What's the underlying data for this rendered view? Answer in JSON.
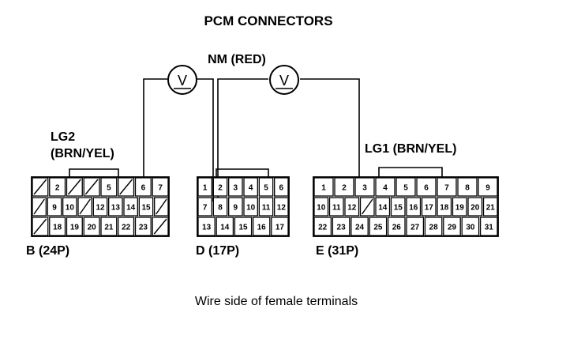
{
  "title": "PCM CONNECTORS",
  "meter_label": "NM (RED)",
  "meter_symbol": "V",
  "left_wire": {
    "line1": "LG2",
    "line2": "(BRN/YEL)"
  },
  "right_wire": {
    "label": "LG1 (BRN/YEL)"
  },
  "connectors": [
    {
      "id": "B",
      "name": "B (24P)",
      "rows": [
        [
          "/",
          "2",
          "/",
          "/",
          "5",
          "/",
          "6",
          "7"
        ],
        [
          "/",
          "9",
          "10",
          "/",
          "12",
          "13",
          "14",
          "15",
          "/"
        ],
        [
          "/",
          "18",
          "19",
          "20",
          "21",
          "22",
          "23",
          "/"
        ]
      ]
    },
    {
      "id": "D",
      "name": "D (17P)",
      "rows": [
        [
          "1",
          "2",
          "3",
          "4",
          "5",
          "6"
        ],
        [
          "7",
          "8",
          "9",
          "10",
          "11",
          "12"
        ],
        [
          "13",
          "14",
          "15",
          "16",
          "17"
        ]
      ]
    },
    {
      "id": "E",
      "name": "E (31P)",
      "rows": [
        [
          "1",
          "2",
          "3",
          "4",
          "5",
          "6",
          "7",
          "8",
          "9"
        ],
        [
          "10",
          "11",
          "12",
          "/",
          "14",
          "15",
          "16",
          "17",
          "18",
          "19",
          "20",
          "21"
        ],
        [
          "22",
          "23",
          "24",
          "25",
          "26",
          "27",
          "28",
          "29",
          "30",
          "31"
        ]
      ]
    }
  ],
  "caption": "Wire side of female terminals"
}
